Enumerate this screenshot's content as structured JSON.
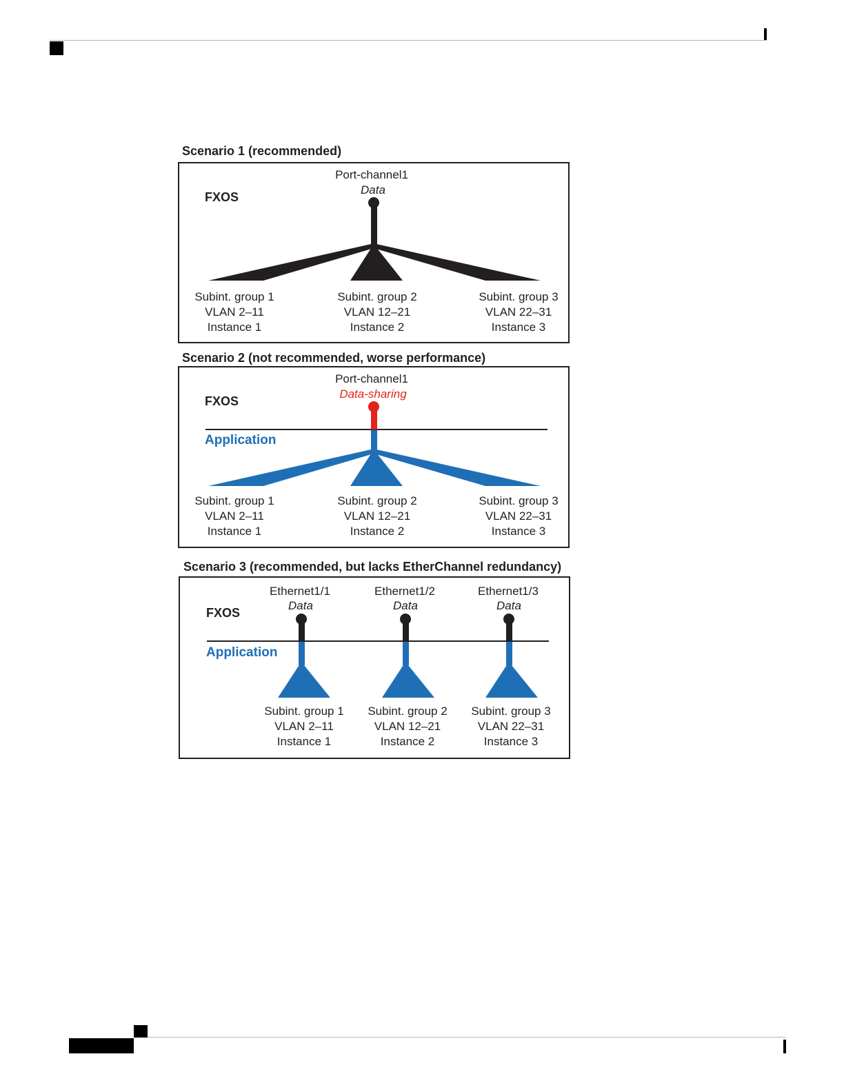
{
  "scenarios": [
    {
      "title": "Scenario 1 (recommended)",
      "fxos_label": "FXOS",
      "port_name": "Port-channel1",
      "port_role": "Data",
      "groups": [
        {
          "name": "Subint. group 1",
          "vlan": "VLAN 2–11",
          "instance": "Instance 1"
        },
        {
          "name": "Subint. group 2",
          "vlan": "VLAN 12–21",
          "instance": "Instance 2"
        },
        {
          "name": "Subint. group 3",
          "vlan": "VLAN 22–31",
          "instance": "Instance 3"
        }
      ]
    },
    {
      "title": "Scenario 2 (not recommended, worse performance)",
      "fxos_label": "FXOS",
      "application_label": "Application",
      "port_name": "Port-channel1",
      "port_role": "Data-sharing",
      "groups": [
        {
          "name": "Subint. group 1",
          "vlan": "VLAN 2–11",
          "instance": "Instance 1"
        },
        {
          "name": "Subint. group 2",
          "vlan": "VLAN 12–21",
          "instance": "Instance 2"
        },
        {
          "name": "Subint. group 3",
          "vlan": "VLAN 22–31",
          "instance": "Instance 3"
        }
      ]
    },
    {
      "title": "Scenario 3 (recommended, but lacks EtherChannel redundancy)",
      "fxos_label": "FXOS",
      "application_label": "Application",
      "ports": [
        {
          "name": "Ethernet1/1",
          "role": "Data"
        },
        {
          "name": "Ethernet1/2",
          "role": "Data"
        },
        {
          "name": "Ethernet1/3",
          "role": "Data"
        }
      ],
      "groups": [
        {
          "name": "Subint. group 1",
          "vlan": "VLAN 2–11",
          "instance": "Instance 1"
        },
        {
          "name": "Subint. group 2",
          "vlan": "VLAN 12–21",
          "instance": "Instance 2"
        },
        {
          "name": "Subint. group 3",
          "vlan": "VLAN 22–31",
          "instance": "Instance 3"
        }
      ]
    }
  ],
  "colors": {
    "black": "#231f20",
    "blue": "#1f6fb6",
    "red": "#e2231a"
  }
}
